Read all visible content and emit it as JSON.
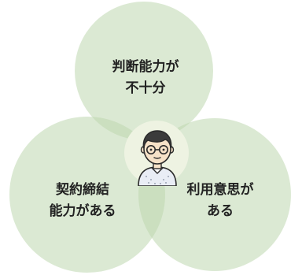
{
  "diagram": {
    "circles": [
      {
        "id": "top",
        "lines": [
          "判断能力が",
          "不十分"
        ],
        "color": "#c9ddbd"
      },
      {
        "id": "left",
        "lines": [
          "契約締結",
          "能力がある"
        ],
        "color": "#c9ddbd"
      },
      {
        "id": "right",
        "lines": [
          "利用意思が",
          "ある"
        ],
        "color": "#c9ddbd"
      }
    ],
    "center_icon": "person-with-glasses-icon",
    "colors": {
      "circle_fill": "#c9ddbd",
      "center_disc": "#eef3e2",
      "text": "#222222",
      "hair": "#3b3b3b",
      "skin": "#f6e2c8",
      "shirt": "#e9edf5"
    }
  }
}
